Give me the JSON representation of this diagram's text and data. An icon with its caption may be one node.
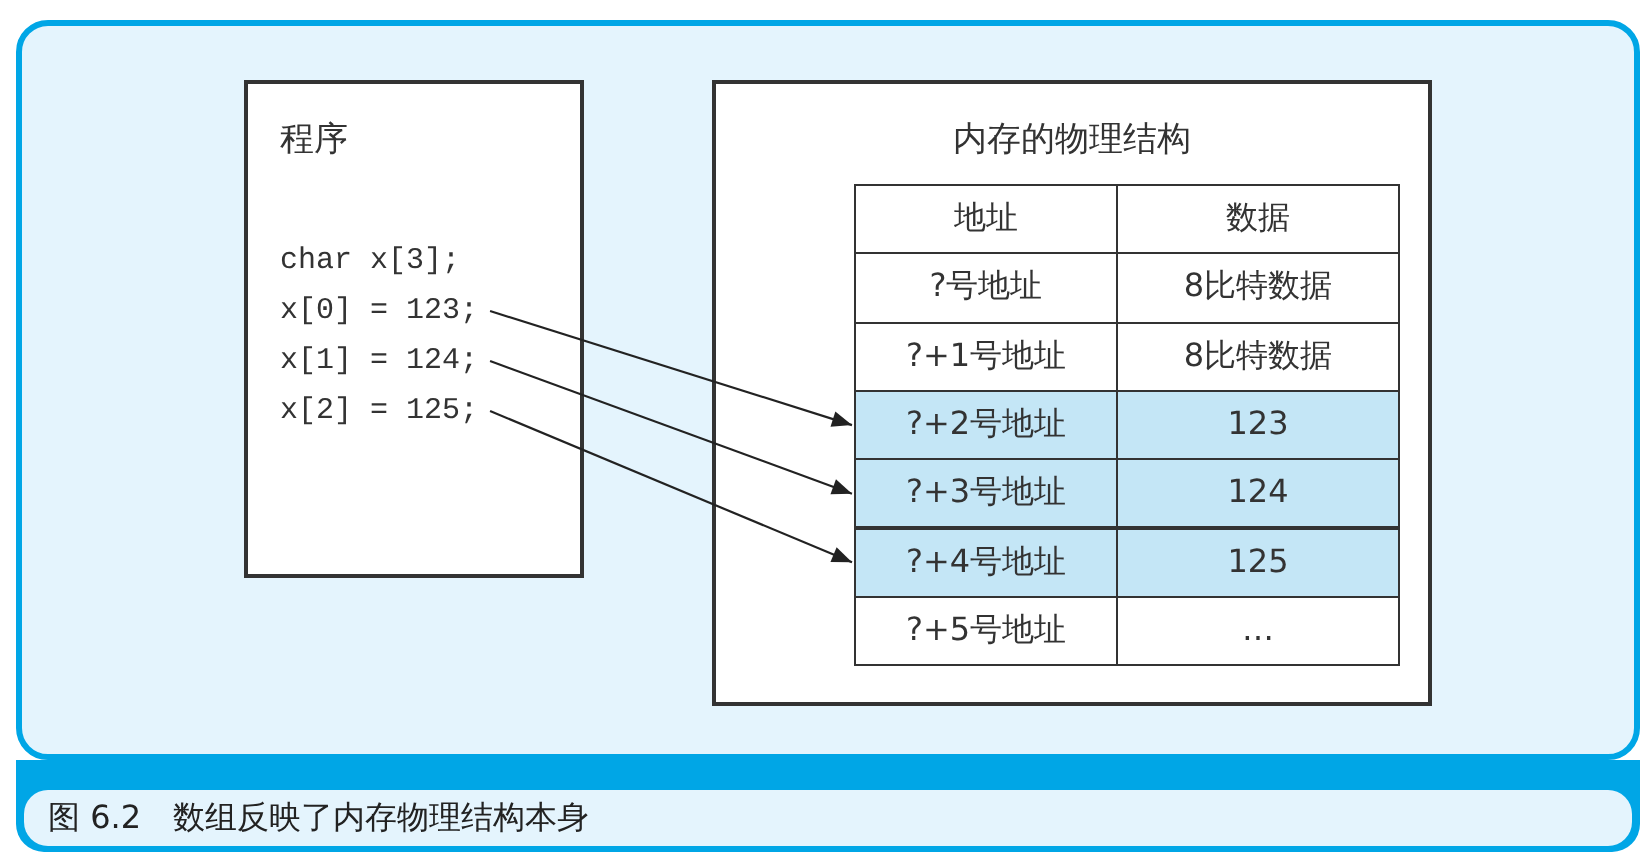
{
  "diagram": {
    "caption": "图 6.2　数组反映了内存物理结构本身",
    "nodes": [
      {
        "text": [
          "程序",
          "char x[3];"
        ]
      },
      {
        "text": [
          "x[0] = 123;"
        ],
        "in": 0
      },
      {
        "text": [
          "x[1] = 124;"
        ],
        "in": 0
      },
      {
        "text": [
          "x[2] = 125;"
        ],
        "in": 0
      },
      {
        "text": [
          "内存的物理结构"
        ]
      },
      {
        "text": [
          "地址",
          "数据"
        ],
        "in": 4
      },
      {
        "text": [
          "?号地址",
          "8比特数据"
        ],
        "in": 4
      },
      {
        "text": [
          "?+1号地址",
          "8比特数据"
        ],
        "in": 4
      },
      {
        "text": [
          "?+2号地址",
          "123"
        ],
        "in": 4
      },
      {
        "text": [
          "?+3号地址",
          "124"
        ],
        "in": 4
      },
      {
        "text": [
          "?+4号地址",
          "125"
        ],
        "in": 4
      },
      {
        "text": [
          "?+5号地址",
          "…"
        ],
        "in": 4
      }
    ],
    "edges": [
      {
        "from": 1,
        "to": 8,
        "arrow": "to"
      },
      {
        "from": 2,
        "to": 9,
        "arrow": "to"
      },
      {
        "from": 3,
        "to": 10,
        "arrow": "to"
      }
    ]
  }
}
